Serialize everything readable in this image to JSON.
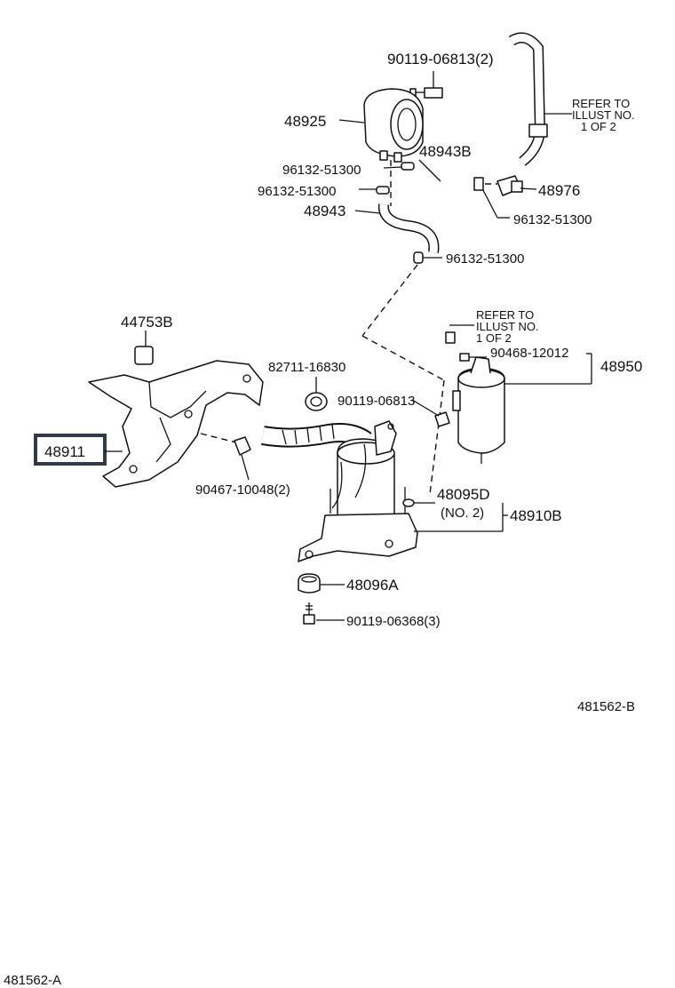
{
  "colors": {
    "ink": "#111111",
    "highlight_box": "#2f3b46",
    "background": "#ffffff"
  },
  "labels": {
    "bolt_top": "90119-06813(2)",
    "part_48925": "48925",
    "hose_48943b": "48943B",
    "clip_a": "96132-51300",
    "clip_b": "96132-51300",
    "hose_48943": "48943",
    "part_48976": "48976",
    "clip_c": "96132-51300",
    "clip_d": "96132-51300",
    "refer_top": [
      "REFER TO",
      "ILLUST NO.",
      "1 OF 2"
    ],
    "refer_mid": [
      "REFER TO",
      "ILLUST NO.",
      "1 OF 2"
    ],
    "part_44753b": "44753B",
    "part_82711": "82711-16830",
    "bolt_mid": "90119-06813",
    "part_90468": "90468-12012",
    "part_48950": "48950",
    "part_48911": "48911",
    "part_90467": "90467-10048(2)",
    "part_48095d": "48095D",
    "part_no2": "(NO. 2)",
    "part_48910b": "48910B",
    "part_48096a": "48096A",
    "bolt_bottom": "90119-06368(3)",
    "ref_b": "481562-B",
    "ref_a": "481562-A"
  },
  "icons": [
    "bolt-icon",
    "vacuum-canister-icon",
    "hose-icon",
    "clip-icon",
    "bracket-icon",
    "reservoir-icon",
    "cushion-icon",
    "pump-assembly-icon"
  ]
}
